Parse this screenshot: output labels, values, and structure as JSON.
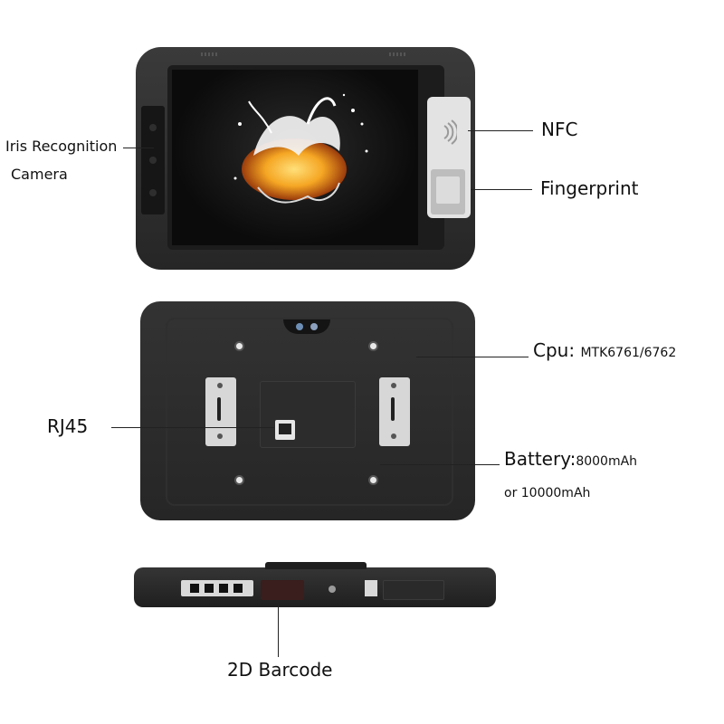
{
  "labels": {
    "iris_line1": "Iris Recognition",
    "iris_line2": "Camera",
    "nfc": "NFC",
    "fingerprint": "Fingerprint",
    "cpu_prefix": "Cpu: ",
    "cpu_value": "MTK6761/6762",
    "rj45": "RJ45",
    "battery_prefix": "Battery:",
    "battery_value": "8000mAh",
    "battery_line2": "or 10000mAh",
    "barcode": "2D Barcode"
  },
  "colors": {
    "background": "#ffffff",
    "device_body": "#2a2a2a",
    "splash_orange": "#f5a623",
    "splash_white": "#f3f3f3"
  },
  "icons": {
    "nfc": "nfc-icon",
    "fingerprint": "fingerprint-sensor",
    "rj45": "ethernet-port-icon",
    "barcode": "barcode-scanner-window"
  }
}
